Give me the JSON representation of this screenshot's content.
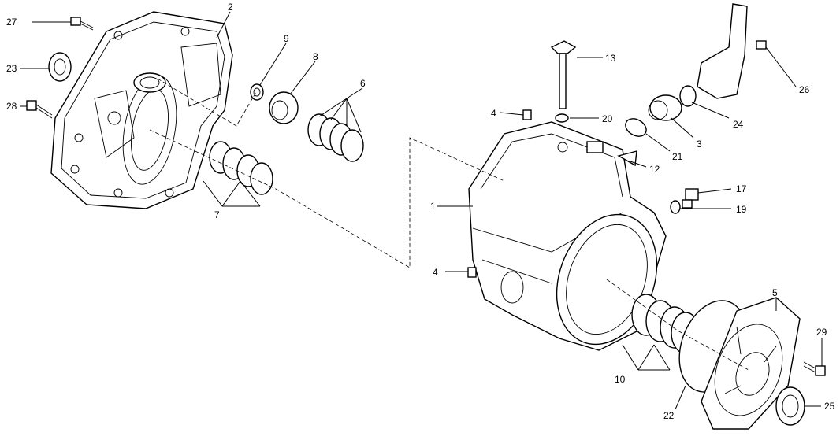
{
  "callouts": {
    "c1": "1",
    "c2": "2",
    "c3": "3",
    "c4a": "4",
    "c4b": "4",
    "c5": "5",
    "c6": "6",
    "c7": "7",
    "c8": "8",
    "c9": "9",
    "c10": "10",
    "c12": "12",
    "c13": "13",
    "c17": "17",
    "c19": "19",
    "c20": "20",
    "c21": "21",
    "c22": "22",
    "c23": "23",
    "c24": "24",
    "c25": "25",
    "c26": "26",
    "c27": "27",
    "c28": "28",
    "c29": "29"
  }
}
